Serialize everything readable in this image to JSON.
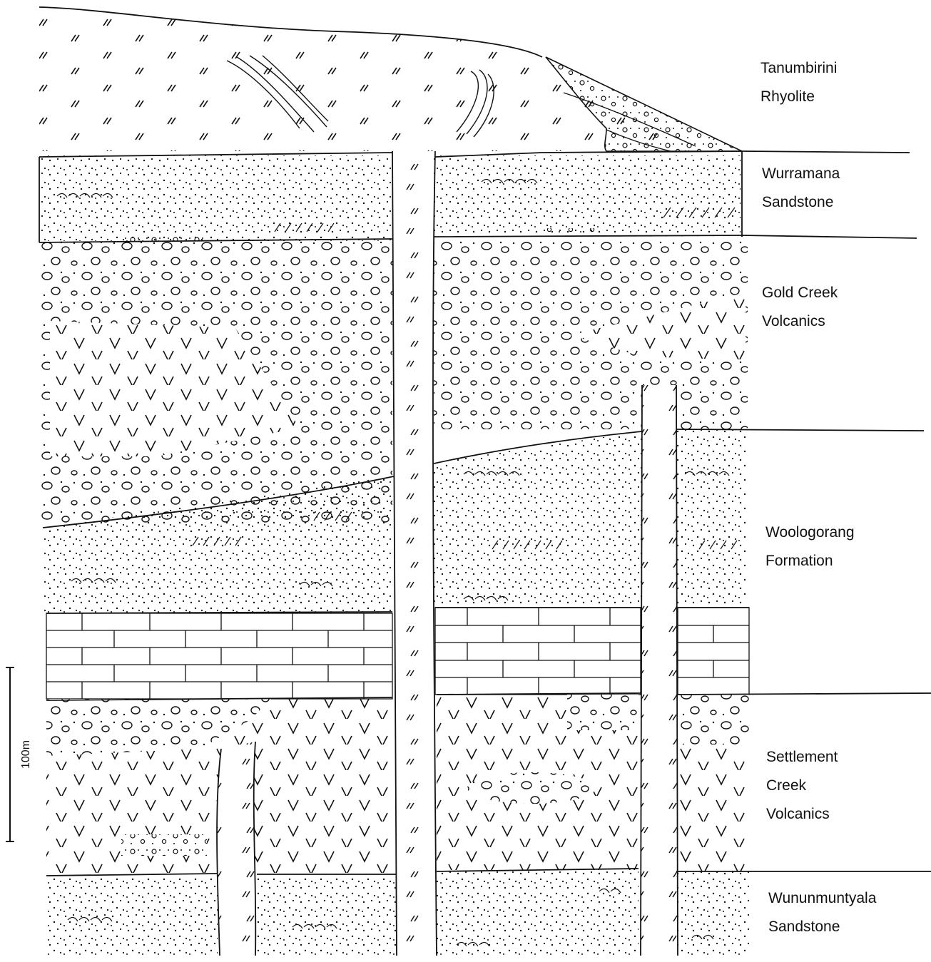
{
  "units": [
    {
      "id": "tanumbirini",
      "line1": "Tanumbirini",
      "line2": "Rhyolite"
    },
    {
      "id": "wurramana",
      "line1": "Wurramana",
      "line2": "Sandstone"
    },
    {
      "id": "goldcreek",
      "line1": "Gold Creek",
      "line2": "Volcanics"
    },
    {
      "id": "woologorang",
      "line1": "Woologorang",
      "line2": "Formation"
    },
    {
      "id": "settlement",
      "line1": "Settlement",
      "line2": "Creek",
      "line3": "Volcanics"
    },
    {
      "id": "wununmuntyala",
      "line1": "Wununmuntyala",
      "line2": "Sandstone"
    }
  ],
  "scale_bar": {
    "label": "100m"
  }
}
